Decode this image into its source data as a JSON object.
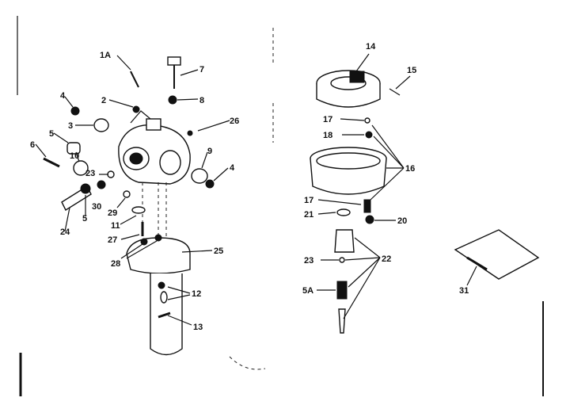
{
  "diagram": {
    "left_assembly": {
      "labels": [
        "1A",
        "7",
        "8",
        "2",
        "26",
        "4",
        "3",
        "5",
        "6",
        "10",
        "9",
        "4",
        "23",
        "30",
        "29",
        "11",
        "24",
        "5",
        "27",
        "25",
        "28",
        "12",
        "13"
      ]
    },
    "right_assembly": {
      "labels": [
        "14",
        "15",
        "17",
        "18",
        "16",
        "17",
        "21",
        "20",
        "23",
        "22",
        "5A"
      ]
    },
    "separate_part": {
      "labels": [
        "31"
      ]
    }
  }
}
